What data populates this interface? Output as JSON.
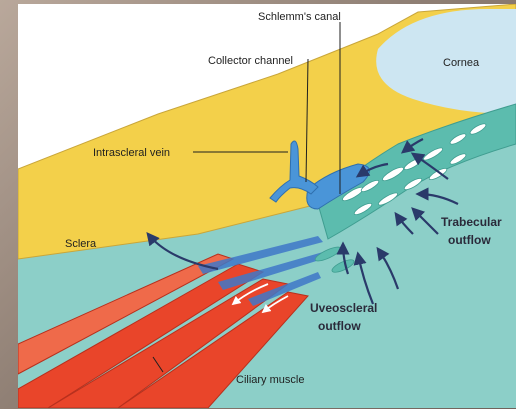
{
  "labels": {
    "schlemms_canal": "Schlemm's canal",
    "collector_channel": "Collector channel",
    "cornea": "Cornea",
    "intrascleral_vein": "Intrascleral vein",
    "sclera": "Sclera",
    "trabecular_outflow_line1": "Trabecular",
    "trabecular_outflow_line2": "outflow",
    "uveoscleral_outflow_line1": "Uveoscleral",
    "uveoscleral_outflow_line2": "outflow",
    "ciliary_muscle": "Ciliary muscle"
  },
  "colors": {
    "sclera": "#f3d04a",
    "cornea": "#cde6f2",
    "aqueous_background": "#8ccfc8",
    "trabecular_meshwork": "#5cbcae",
    "schlemms_canal": "#4a95d8",
    "ciliary_muscle": "#e9452a",
    "arrows": "#2a3a6a"
  }
}
